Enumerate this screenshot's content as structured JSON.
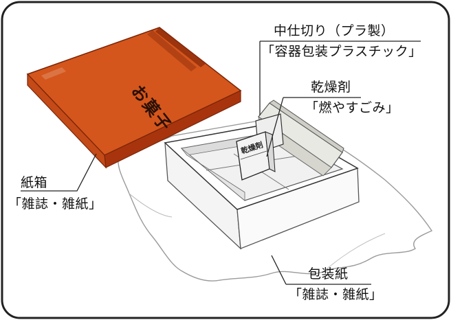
{
  "labels": {
    "divider_name": "中仕切り（プラ製）",
    "divider_category": "「容器包装プラスチック」",
    "desiccant_name": "乾燥剤",
    "desiccant_category": "「燃やすごみ」",
    "paper_box_name": "紙箱",
    "paper_box_category": "「雑誌・雑紙」",
    "wrapping_paper_name": "包装紙",
    "wrapping_paper_category": "「雑誌・雑紙」"
  },
  "lid_text": "お菓子",
  "desiccant_packet_text": "乾燥剤",
  "colors": {
    "lid_orange": "#d4561c",
    "lid_dark": "#a8340e",
    "frame": "#222222",
    "leader_line": "#222222"
  }
}
